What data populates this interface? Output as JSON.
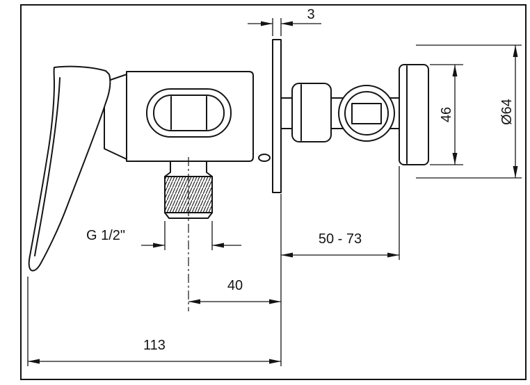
{
  "drawing": {
    "background": "#ffffff",
    "line_color": "#141414",
    "subject": "wall-mounted single-lever shower mixer, side view dimension drawing"
  },
  "labels": {
    "plate_thickness": "3",
    "flange_spacing": "46",
    "flange_diameter": "Ø64",
    "thread_size": "G 1/2\"",
    "wall_depth_range": "50 - 73",
    "outlet_offset": "40",
    "overall_width": "113"
  }
}
